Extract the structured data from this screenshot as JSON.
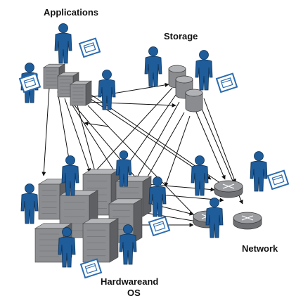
{
  "labels": {
    "applications": "Applications",
    "storage": "Storage",
    "network": "Network",
    "hardware_line1": "Hardwareand",
    "hardware_line2": "OS"
  },
  "colors": {
    "person_fill": "#1f5c9a",
    "person_stroke": "#0f3357",
    "server_fill": "#8b8d90",
    "server_dark": "#5e6063",
    "server_light": "#b3b5b8",
    "disk_fill": "#8a8c8f",
    "router_fill": "#9a9c9f",
    "doc_border": "#2b6cb0",
    "arrow": "#111111"
  },
  "icons": {
    "person": "person-icon",
    "app_window": "app-window-icon",
    "server": "server-icon",
    "disk": "storage-disk-icon",
    "router": "router-icon"
  }
}
